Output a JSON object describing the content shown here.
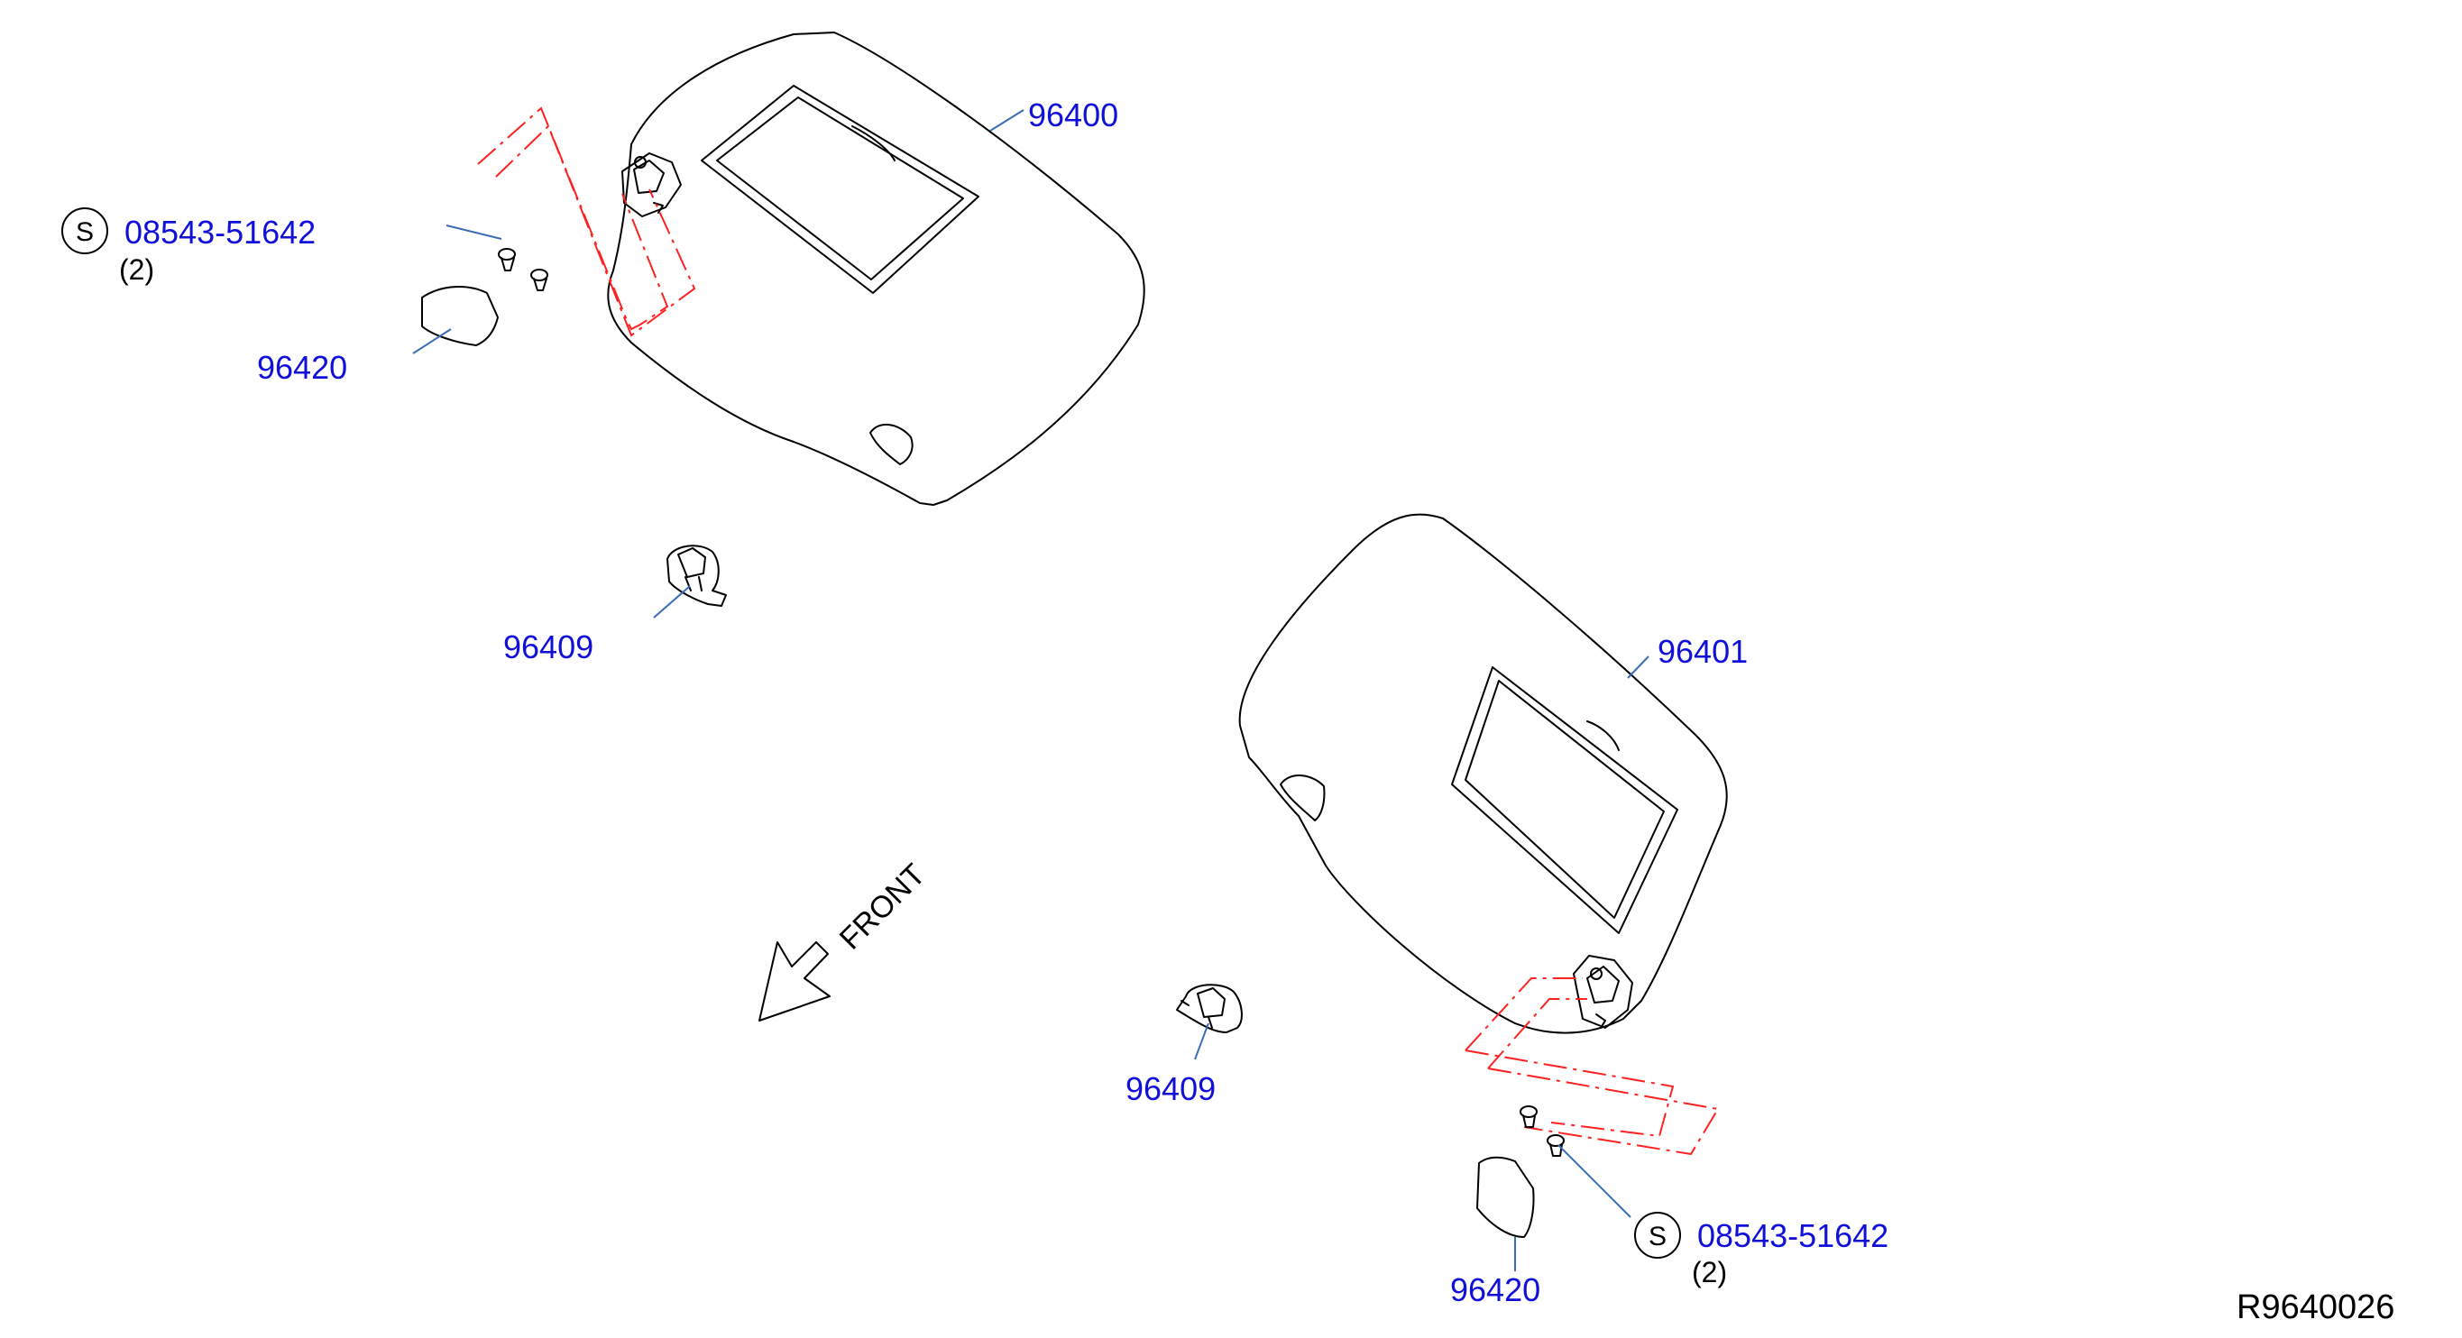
{
  "colors": {
    "label": "#1010d8",
    "leader": "#3a6db5",
    "line": "#000000",
    "phantom": "#ff2020"
  },
  "labels": {
    "visor_left": "96400",
    "visor_right": "96401",
    "holder_left": "96409",
    "holder_right": "96409",
    "cover_left": "96420",
    "cover_right": "96420",
    "screw_left": "08543-51642",
    "screw_right": "08543-51642",
    "qty_left": "(2)",
    "qty_right": "(2)",
    "s_mark": "S",
    "front": "FRONT",
    "reference": "R9640026"
  }
}
